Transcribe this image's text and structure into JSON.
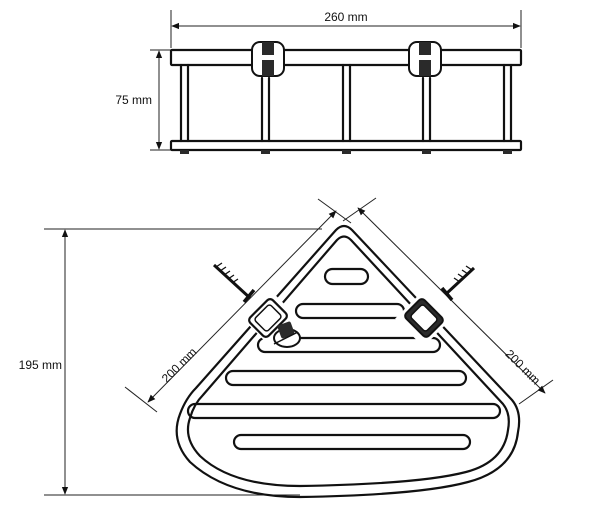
{
  "dimensions": {
    "width": "260 mm",
    "height": "75 mm",
    "depth": "195 mm",
    "side_left": "200 mm",
    "side_right": "200 mm"
  }
}
